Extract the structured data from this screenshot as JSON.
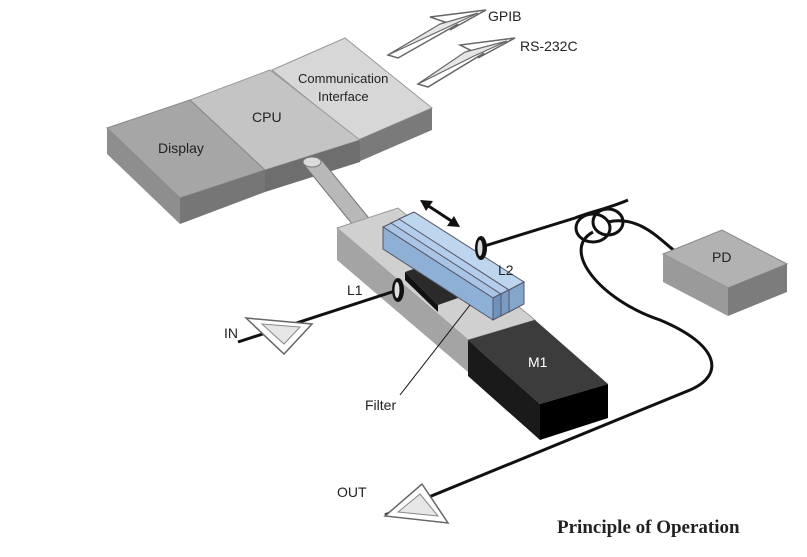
{
  "labels": {
    "gpib": "GPIB",
    "rs232c": "RS-232C",
    "comm_line1": "Communication",
    "comm_line2": "Interface",
    "cpu": "CPU",
    "display": "Display",
    "pd": "PD",
    "l1": "L1",
    "l2": "L2",
    "in": "IN",
    "m1": "M1",
    "filter": "Filter",
    "out": "OUT"
  },
  "caption": "Principle of Operation",
  "colors": {
    "box_top": "#c8c8c8",
    "box_front": "#8a8a8a",
    "box_side": "#6e6e6e",
    "filter_blue": "#a9c4e4",
    "m1_top": "#3a3a3a",
    "m1_front": "#111111",
    "fiber": "#111111"
  }
}
